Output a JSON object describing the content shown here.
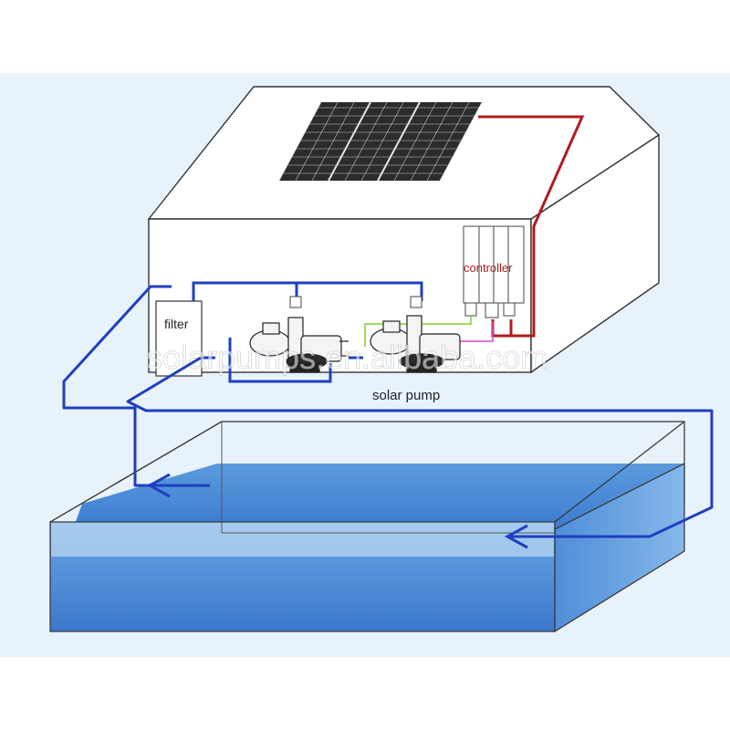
{
  "labels": {
    "filter": "filter",
    "controller": "controller",
    "solar_pump": "solar pump"
  },
  "watermark": "solarpumps.en.alibaba.com",
  "colors": {
    "background_band": "#e8f2fa",
    "pipe_blue": "#1f3fc0",
    "power_red": "#b01c1c",
    "water_top": "#4f8fd6",
    "water_front": "#3f7fce",
    "green_wire": "#7ed321",
    "magenta_wire": "#d04cc8"
  }
}
